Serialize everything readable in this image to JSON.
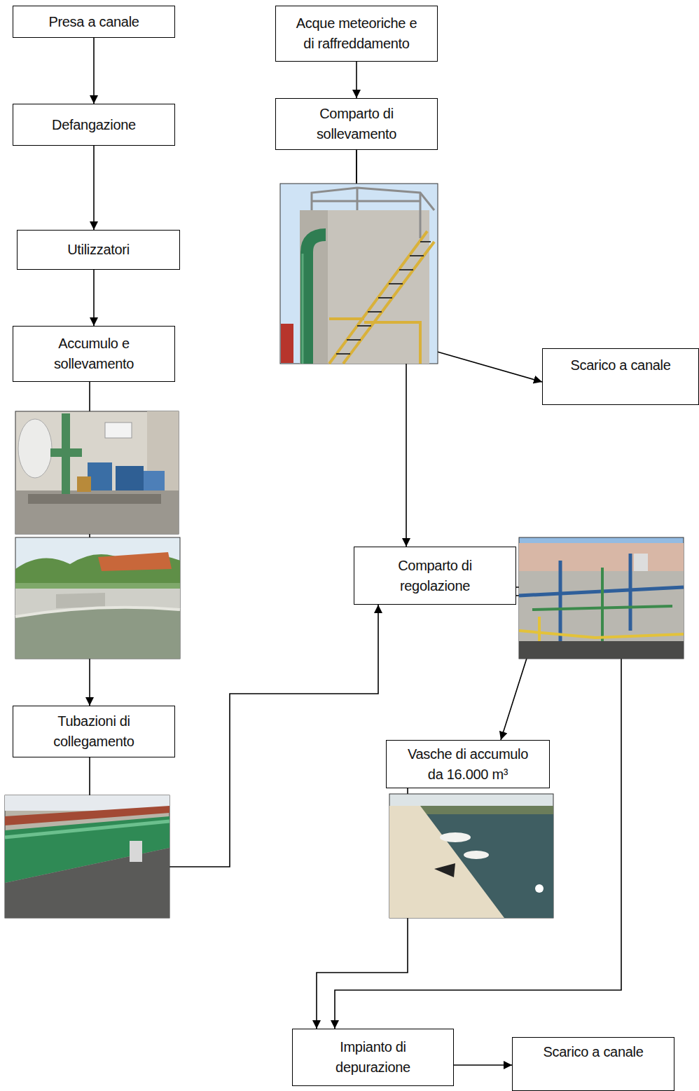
{
  "diagram": {
    "nodes": [
      {
        "text": [
          "Presa a canale"
        ]
      },
      {
        "text": [
          "Defangazione"
        ]
      },
      {
        "text": [
          "Utilizzatori"
        ]
      },
      {
        "text": [
          "Accumulo e sollevamento"
        ]
      },
      {
        "text": [
          "Tubazioni di collegamento"
        ]
      },
      {
        "text": [
          "Acque meteoriche e di raffreddamento"
        ]
      },
      {
        "text": [
          "Comparto di sollevamento"
        ]
      },
      {
        "text": [
          "Scarico a canale"
        ]
      },
      {
        "text": [
          "Comparto di regolazione"
        ]
      },
      {
        "text": [
          "Vasche di accumulo da 16.000 m³"
        ]
      },
      {
        "text": [
          "Impianto di depurazione"
        ]
      },
      {
        "text": [
          "Scarico a canale"
        ]
      }
    ],
    "edges": [
      {
        "from": 0,
        "to": 1,
        "arrow": "to"
      },
      {
        "from": 1,
        "to": 2,
        "arrow": "to"
      },
      {
        "from": 2,
        "to": 3,
        "arrow": "to"
      },
      {
        "from": 3,
        "to": 4,
        "arrow": "to"
      },
      {
        "from": 4,
        "to": 8,
        "arrow": "to"
      },
      {
        "from": 5,
        "to": 6,
        "arrow": "to"
      },
      {
        "from": 6,
        "to": 7,
        "arrow": "to"
      },
      {
        "from": 6,
        "to": 8,
        "arrow": "to"
      },
      {
        "from": 8,
        "to": 9,
        "arrow": "to"
      },
      {
        "from": 8,
        "to": 10,
        "arrow": "to"
      },
      {
        "from": 9,
        "to": 10,
        "arrow": "to"
      },
      {
        "from": 10,
        "to": 11,
        "arrow": "to"
      }
    ]
  }
}
